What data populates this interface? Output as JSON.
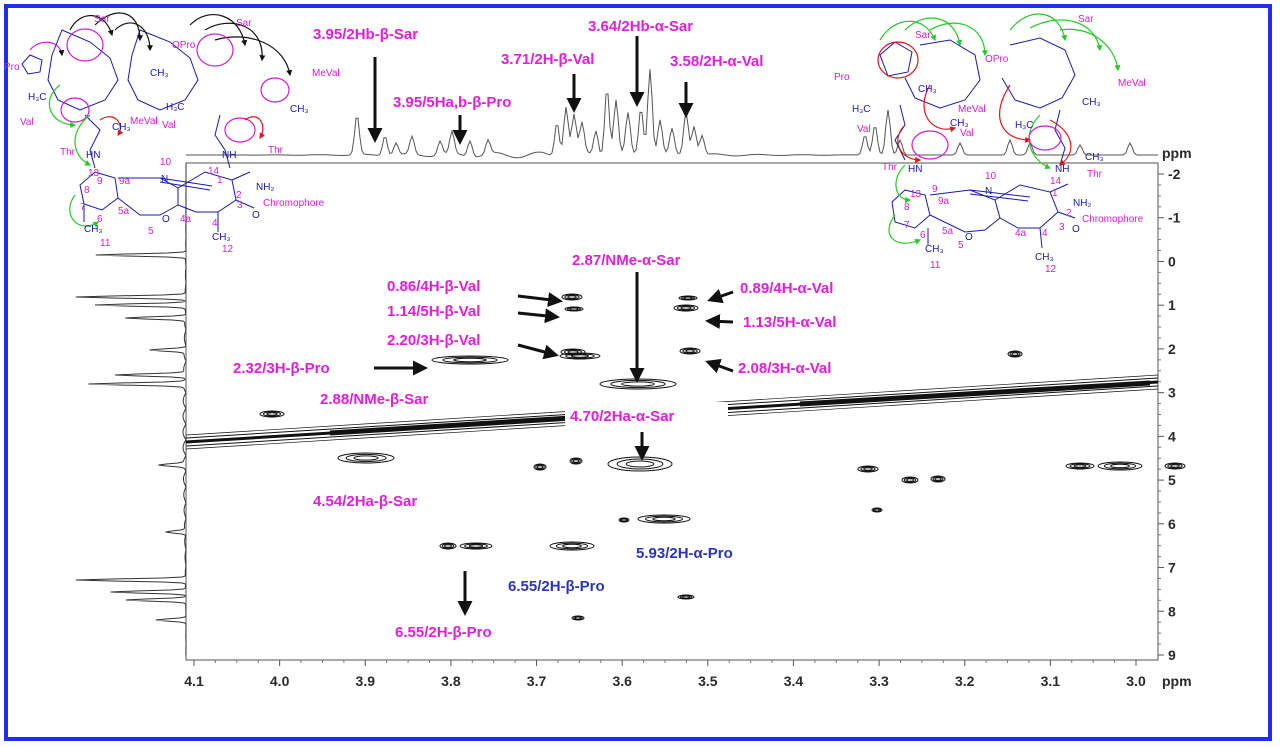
{
  "colors": {
    "frame": "#1f2ee8",
    "label_magenta": "#e020d8",
    "label_blue": "#2a35b8",
    "contour": "#111111",
    "bond": "#1a1aa8",
    "arrow_green": "#28c828",
    "arrow_red": "#d81818",
    "arrow_black": "#111111"
  },
  "axes": {
    "x_unit": "ppm",
    "y_unit": "ppm",
    "x_ticks": [
      "4.1",
      "4.0",
      "3.9",
      "3.8",
      "3.7",
      "3.6",
      "3.5",
      "3.4",
      "3.3",
      "3.2",
      "3.1",
      "3.0"
    ],
    "y_ticks": [
      "-2",
      "-1",
      "0",
      "1",
      "2",
      "3",
      "4",
      "5",
      "6",
      "7",
      "8",
      "9"
    ]
  },
  "top_labels": [
    {
      "id": "l1",
      "text": "3.95/2Hb-β-Sar",
      "color": "magenta"
    },
    {
      "id": "l2",
      "text": "3.64/2Hb-α-Sar",
      "color": "magenta"
    },
    {
      "id": "l3",
      "text": "3.71/2H-β-Val",
      "color": "magenta"
    },
    {
      "id": "l4",
      "text": "3.58/2H-α-Val",
      "color": "magenta"
    },
    {
      "id": "l5",
      "text": "3.95/5Ha,b-β-Pro",
      "color": "magenta"
    }
  ],
  "cross_peak_labels": [
    {
      "id": "p1",
      "text": "0.86/4H-β-Val",
      "color": "magenta"
    },
    {
      "id": "p2",
      "text": "1.14/5H-β-Val",
      "color": "magenta"
    },
    {
      "id": "p3",
      "text": "2.20/3H-β-Val",
      "color": "magenta"
    },
    {
      "id": "p4",
      "text": "2.32/3H-β-Pro",
      "color": "magenta"
    },
    {
      "id": "p5",
      "text": "2.88/NMe-β-Sar",
      "color": "magenta"
    },
    {
      "id": "p6",
      "text": "2.87/NMe-α-Sar",
      "color": "magenta"
    },
    {
      "id": "p7",
      "text": "0.89/4H-α-Val",
      "color": "magenta"
    },
    {
      "id": "p8",
      "text": "1.13/5H-α-Val",
      "color": "magenta"
    },
    {
      "id": "p9",
      "text": "2.08/3H-α-Val",
      "color": "magenta"
    },
    {
      "id": "p10",
      "text": "4.70/2Ha-α-Sar",
      "color": "magenta"
    },
    {
      "id": "p11",
      "text": "4.54/2Ha-β-Sar",
      "color": "magenta"
    },
    {
      "id": "p12",
      "text": "5.93/2H-α-Pro",
      "color": "blue"
    },
    {
      "id": "p13",
      "text": "6.55/2H-β-Pro",
      "color": "blue"
    },
    {
      "id": "p14",
      "text": "6.55/2H-β-Pro",
      "color": "magenta"
    }
  ],
  "molecule_left": {
    "residues": [
      "Sar",
      "Sar",
      "Pro",
      "OPro",
      "MeVal",
      "MeVal",
      "Val",
      "Val",
      "Thr",
      "Thr"
    ],
    "atoms": [
      "H3C",
      "CH3",
      "HN",
      "NH",
      "NH2",
      "O",
      "N",
      "CH3",
      "Chromophore"
    ],
    "numbers": [
      "13",
      "14",
      "10",
      "9",
      "9a",
      "8",
      "7",
      "6",
      "5a",
      "5",
      "4a",
      "4",
      "3",
      "2",
      "1",
      "11",
      "12"
    ]
  },
  "molecule_right": {
    "residues": [
      "Sar",
      "Sar",
      "Pro",
      "OPro",
      "MeVal",
      "MeVal",
      "Val",
      "Val",
      "Thr",
      "Thr"
    ],
    "atoms": [
      "H3C",
      "CH3",
      "HN",
      "NH",
      "NH2",
      "O",
      "N",
      "CH3",
      "Chromophore"
    ],
    "numbers": [
      "13",
      "14",
      "10",
      "9",
      "9a",
      "8",
      "7",
      "6",
      "5a",
      "5",
      "4a",
      "4",
      "3",
      "2",
      "1",
      "11",
      "12"
    ]
  }
}
